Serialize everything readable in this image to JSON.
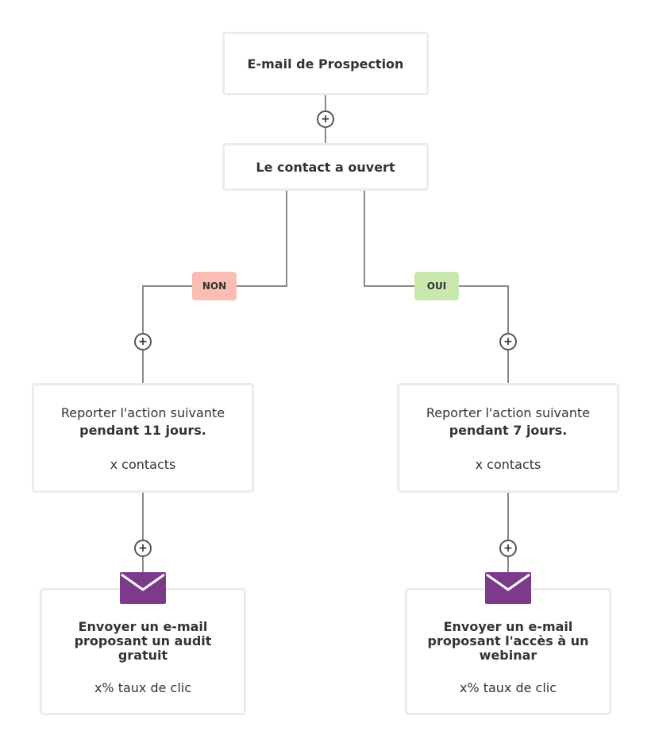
{
  "start": {
    "title": "E-mail de Prospection"
  },
  "condition": {
    "title": "Le contact a ouvert"
  },
  "branches": {
    "no": {
      "label": "NON",
      "label_color": "#fbbcb1",
      "delay": {
        "line1": "Reporter l'action suivante",
        "line2": "pendant 11 jours.",
        "contacts": "x contacts"
      },
      "email": {
        "line1": "Envoyer un e-mail",
        "line2": "proposant un audit",
        "line3": "gratuit",
        "stat": "x% taux de clic"
      }
    },
    "yes": {
      "label": "OUI",
      "label_color": "#c9e8ae",
      "delay": {
        "line1": "Reporter l'action suivante",
        "line2": "pendant 7 jours.",
        "contacts": "x contacts"
      },
      "email": {
        "line1": "Envoyer un e-mail",
        "line2": "proposant l'accès à un",
        "line3": "webinar",
        "stat": "x% taux de clic"
      }
    }
  },
  "add_step_symbol": "+",
  "icons": {
    "envelope": "envelope-icon",
    "envelope_color": "#7d3a8a"
  },
  "colors": {
    "connector": "#888888",
    "card_border": "#ececec"
  }
}
